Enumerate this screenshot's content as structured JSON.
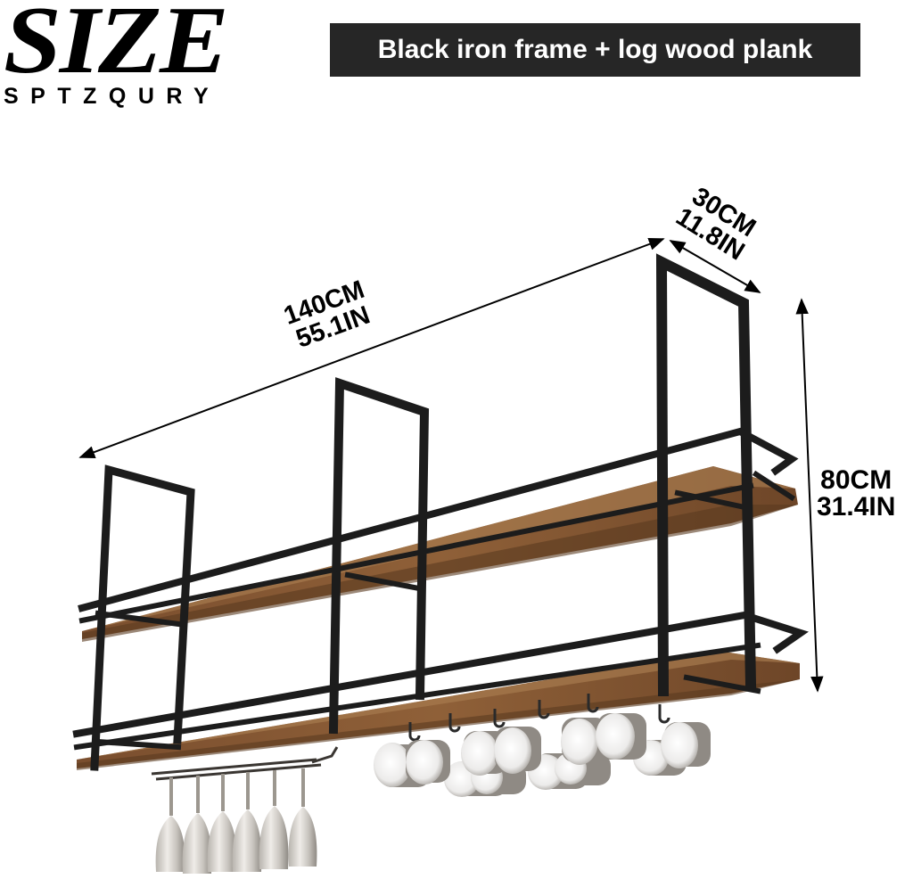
{
  "brand": {
    "title": "SIZE",
    "subtitle": "SPTZQURY"
  },
  "banner": {
    "text": "Black iron frame + log wood plank",
    "background": "#262626",
    "text_color": "#ffffff"
  },
  "dimensions": {
    "length": {
      "metric": "140CM",
      "imperial": "55.1IN"
    },
    "depth": {
      "metric": "30CM",
      "imperial": "11.8IN"
    },
    "height": {
      "metric": "80CM",
      "imperial": "31.4IN"
    }
  },
  "product": {
    "name": "Two-tier hanging ceiling shelf rack",
    "frame_color": "#1c1c1c",
    "wood_color": "#8a5a36",
    "tiers": 2,
    "accessories": [
      "wine glass holder rack",
      "mug hooks"
    ],
    "wine_glasses": 6,
    "mugs": 14
  }
}
